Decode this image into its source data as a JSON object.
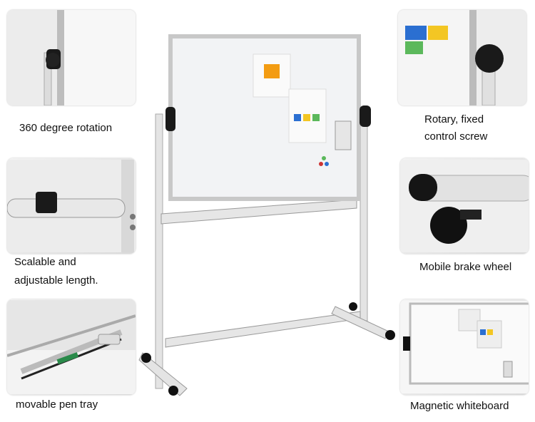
{
  "features": {
    "rotation": "360 degree rotation",
    "length_line1": "Scalable and",
    "length_line2": "adjustable length.",
    "pen_tray": "movable pen tray",
    "screw_line1": "Rotary, fixed",
    "screw_line2": "control screw",
    "wheel": "Mobile brake wheel",
    "whiteboard": "Magnetic whiteboard"
  },
  "colors": {
    "frame": "#c8c8c8",
    "board": "#f2f3f5",
    "knob": "#1a1a1a",
    "stand": "#e6e6e6"
  }
}
